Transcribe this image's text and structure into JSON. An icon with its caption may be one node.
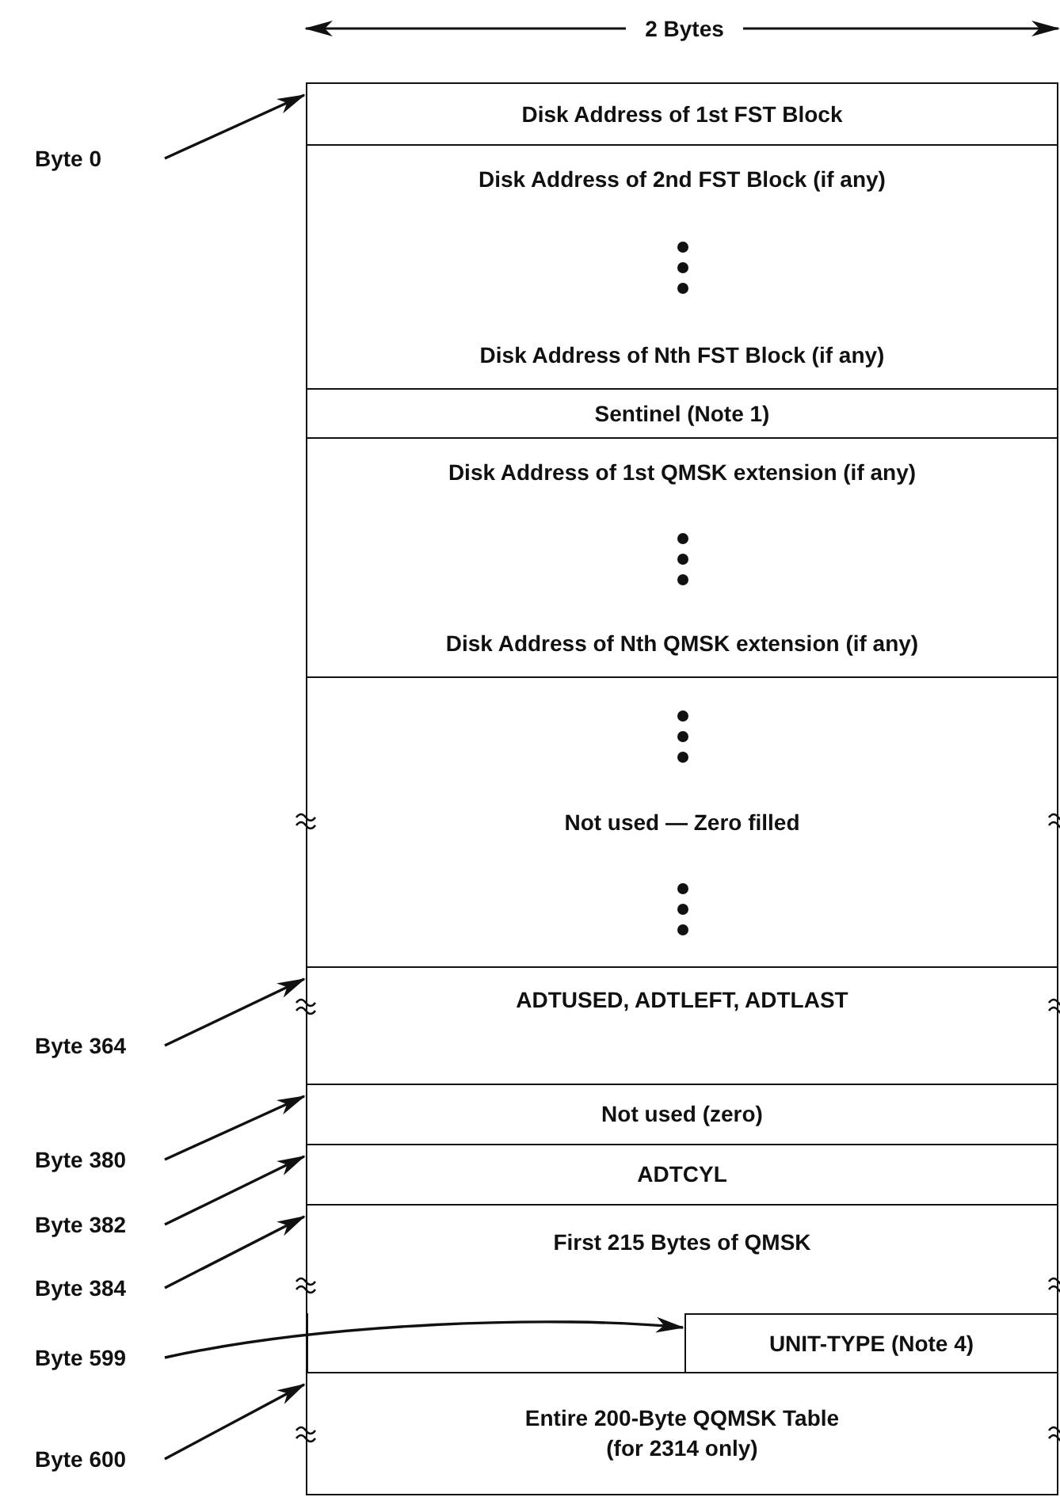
{
  "diagram": {
    "nodes": [
      {
        "text": [
          "Byte 0"
        ]
      },
      {
        "text": [
          "Disk Address of 1st FST Block"
        ]
      },
      {
        "text": [
          "Disk Address of 2nd FST Block (if any)",
          "Disk Address of Nth FST Block (if any)"
        ]
      },
      {
        "text": [
          "Sentinel (Note 1)"
        ]
      },
      {
        "text": [
          "Disk Address of 1st QMSK extension (if any)",
          "Disk Address of Nth QMSK extension (if any)"
        ]
      },
      {
        "text": [
          "Not used — Zero filled"
        ]
      },
      {
        "text": [
          "Byte 364"
        ]
      },
      {
        "text": [
          "ADTUSED, ADTLEFT, ADTLAST"
        ]
      },
      {
        "text": [
          "Byte 380"
        ]
      },
      {
        "text": [
          "Not used (zero)"
        ]
      },
      {
        "text": [
          "Byte 382"
        ]
      },
      {
        "text": [
          "ADTCYL"
        ]
      },
      {
        "text": [
          "Byte 384"
        ]
      },
      {
        "text": [
          "First 215 Bytes of QMSK"
        ]
      },
      {
        "text": [
          "Byte 599"
        ]
      },
      {
        "text": [
          "UNIT-TYPE (Note 4)"
        ]
      },
      {
        "text": [
          "Byte 600"
        ]
      },
      {
        "text": [
          "Entire 200-Byte QQMSK Table (for 2314 only)"
        ]
      }
    ],
    "edges": [
      {
        "from": 0,
        "to": 1,
        "arrow": "to"
      },
      {
        "from": 6,
        "to": 7,
        "arrow": "to"
      },
      {
        "from": 8,
        "to": 9,
        "arrow": "to"
      },
      {
        "from": 10,
        "to": 11,
        "arrow": "to"
      },
      {
        "from": 12,
        "to": 13,
        "arrow": "to"
      },
      {
        "from": 14,
        "to": 15,
        "arrow": "to"
      },
      {
        "from": 16,
        "to": 17,
        "arrow": "to"
      }
    ],
    "labels": [
      "2 Bytes"
    ]
  }
}
